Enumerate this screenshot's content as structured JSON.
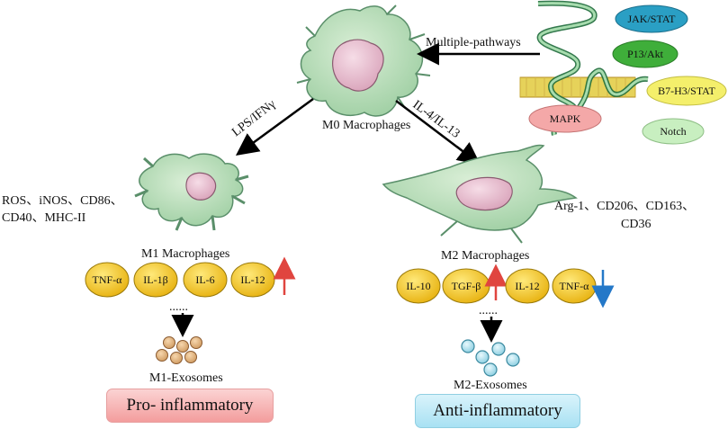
{
  "m0": {
    "label": "M0 Macrophages"
  },
  "pathways_arrow_label": "Multiple-pathways",
  "pathways": [
    {
      "label": "JAK/STAT",
      "color": "#2a9fc4"
    },
    {
      "label": "P13/Akt",
      "color": "#3fae3a"
    },
    {
      "label": "B7-H3/STAT",
      "color": "#f4ef6b"
    },
    {
      "label": "MAPK",
      "color": "#f4a8a8"
    },
    {
      "label": "Notch",
      "color": "#c8efc0"
    }
  ],
  "m1_arrow_label": "LPS/IFNγ",
  "m2_arrow_label": "IL-4/IL-13",
  "m1": {
    "markers_line1": "ROS、iNOS、CD86、",
    "markers_line2": "CD40、MHC-II",
    "label": "M1 Macrophages",
    "cytokines": [
      "TNF-α",
      "IL-1β",
      "IL-6",
      "IL-12"
    ],
    "trend": "up",
    "dots": "......",
    "exosome_label": "M1-Exosomes",
    "outcome": "Pro- inflammatory"
  },
  "m2": {
    "markers_line1": "Arg-1、CD206、CD163、",
    "markers_line2": "CD36",
    "label": "M2 Macrophages",
    "cytokines_up": [
      "IL-10",
      "TGF-β"
    ],
    "cytokines_down": [
      "IL-12",
      "TNF-α"
    ],
    "dots": "......",
    "exosome_label": "M2-Exosomes",
    "outcome": "Anti-inflammatory"
  },
  "colors": {
    "cell_fill": "#b5dcb5",
    "cell_stroke": "#5a8f6a",
    "nucleus_fill": "#e8b7c9",
    "cytokine_fill": "#f2c21b",
    "up_arrow": "#e0453f",
    "down_arrow": "#2478c8"
  }
}
